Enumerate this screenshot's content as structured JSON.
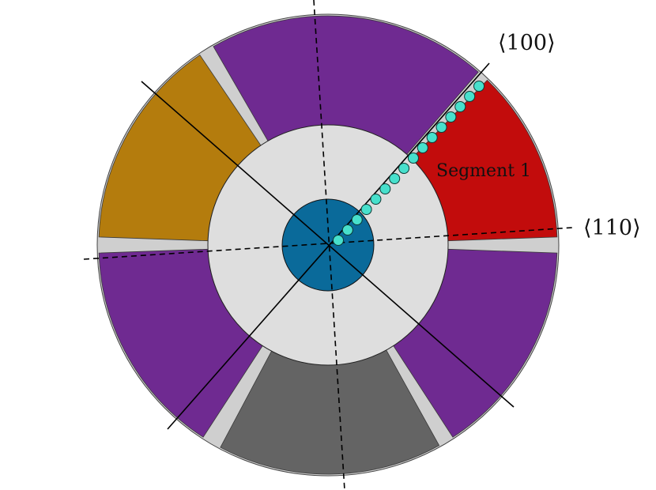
{
  "diagram": {
    "labels": {
      "dir_100": "⟨100⟩",
      "dir_110": "⟨110⟩",
      "segment": "Segment 1"
    },
    "colors": {
      "background": "#ffffff",
      "outer_rim": "#cfcfcf",
      "inner_ring": "#dedede",
      "core": "#0a6a9a",
      "segment_red": "#c20c0c",
      "segment_purple": "#6f2a91",
      "segment_gold": "#b47c0d",
      "segment_gray": "#646464",
      "beads": "#47e0cc",
      "lines": "#000000"
    },
    "segments": [
      {
        "id": "segment-red-upper-right",
        "color": "segment_red"
      },
      {
        "id": "segment-purple-top",
        "color": "segment_purple"
      },
      {
        "id": "segment-gold-upper-left",
        "color": "segment_gold"
      },
      {
        "id": "segment-purple-left",
        "color": "segment_purple"
      },
      {
        "id": "segment-gray-bottom",
        "color": "segment_gray"
      },
      {
        "id": "segment-purple-right",
        "color": "segment_purple"
      }
    ],
    "bead_count": 16
  }
}
